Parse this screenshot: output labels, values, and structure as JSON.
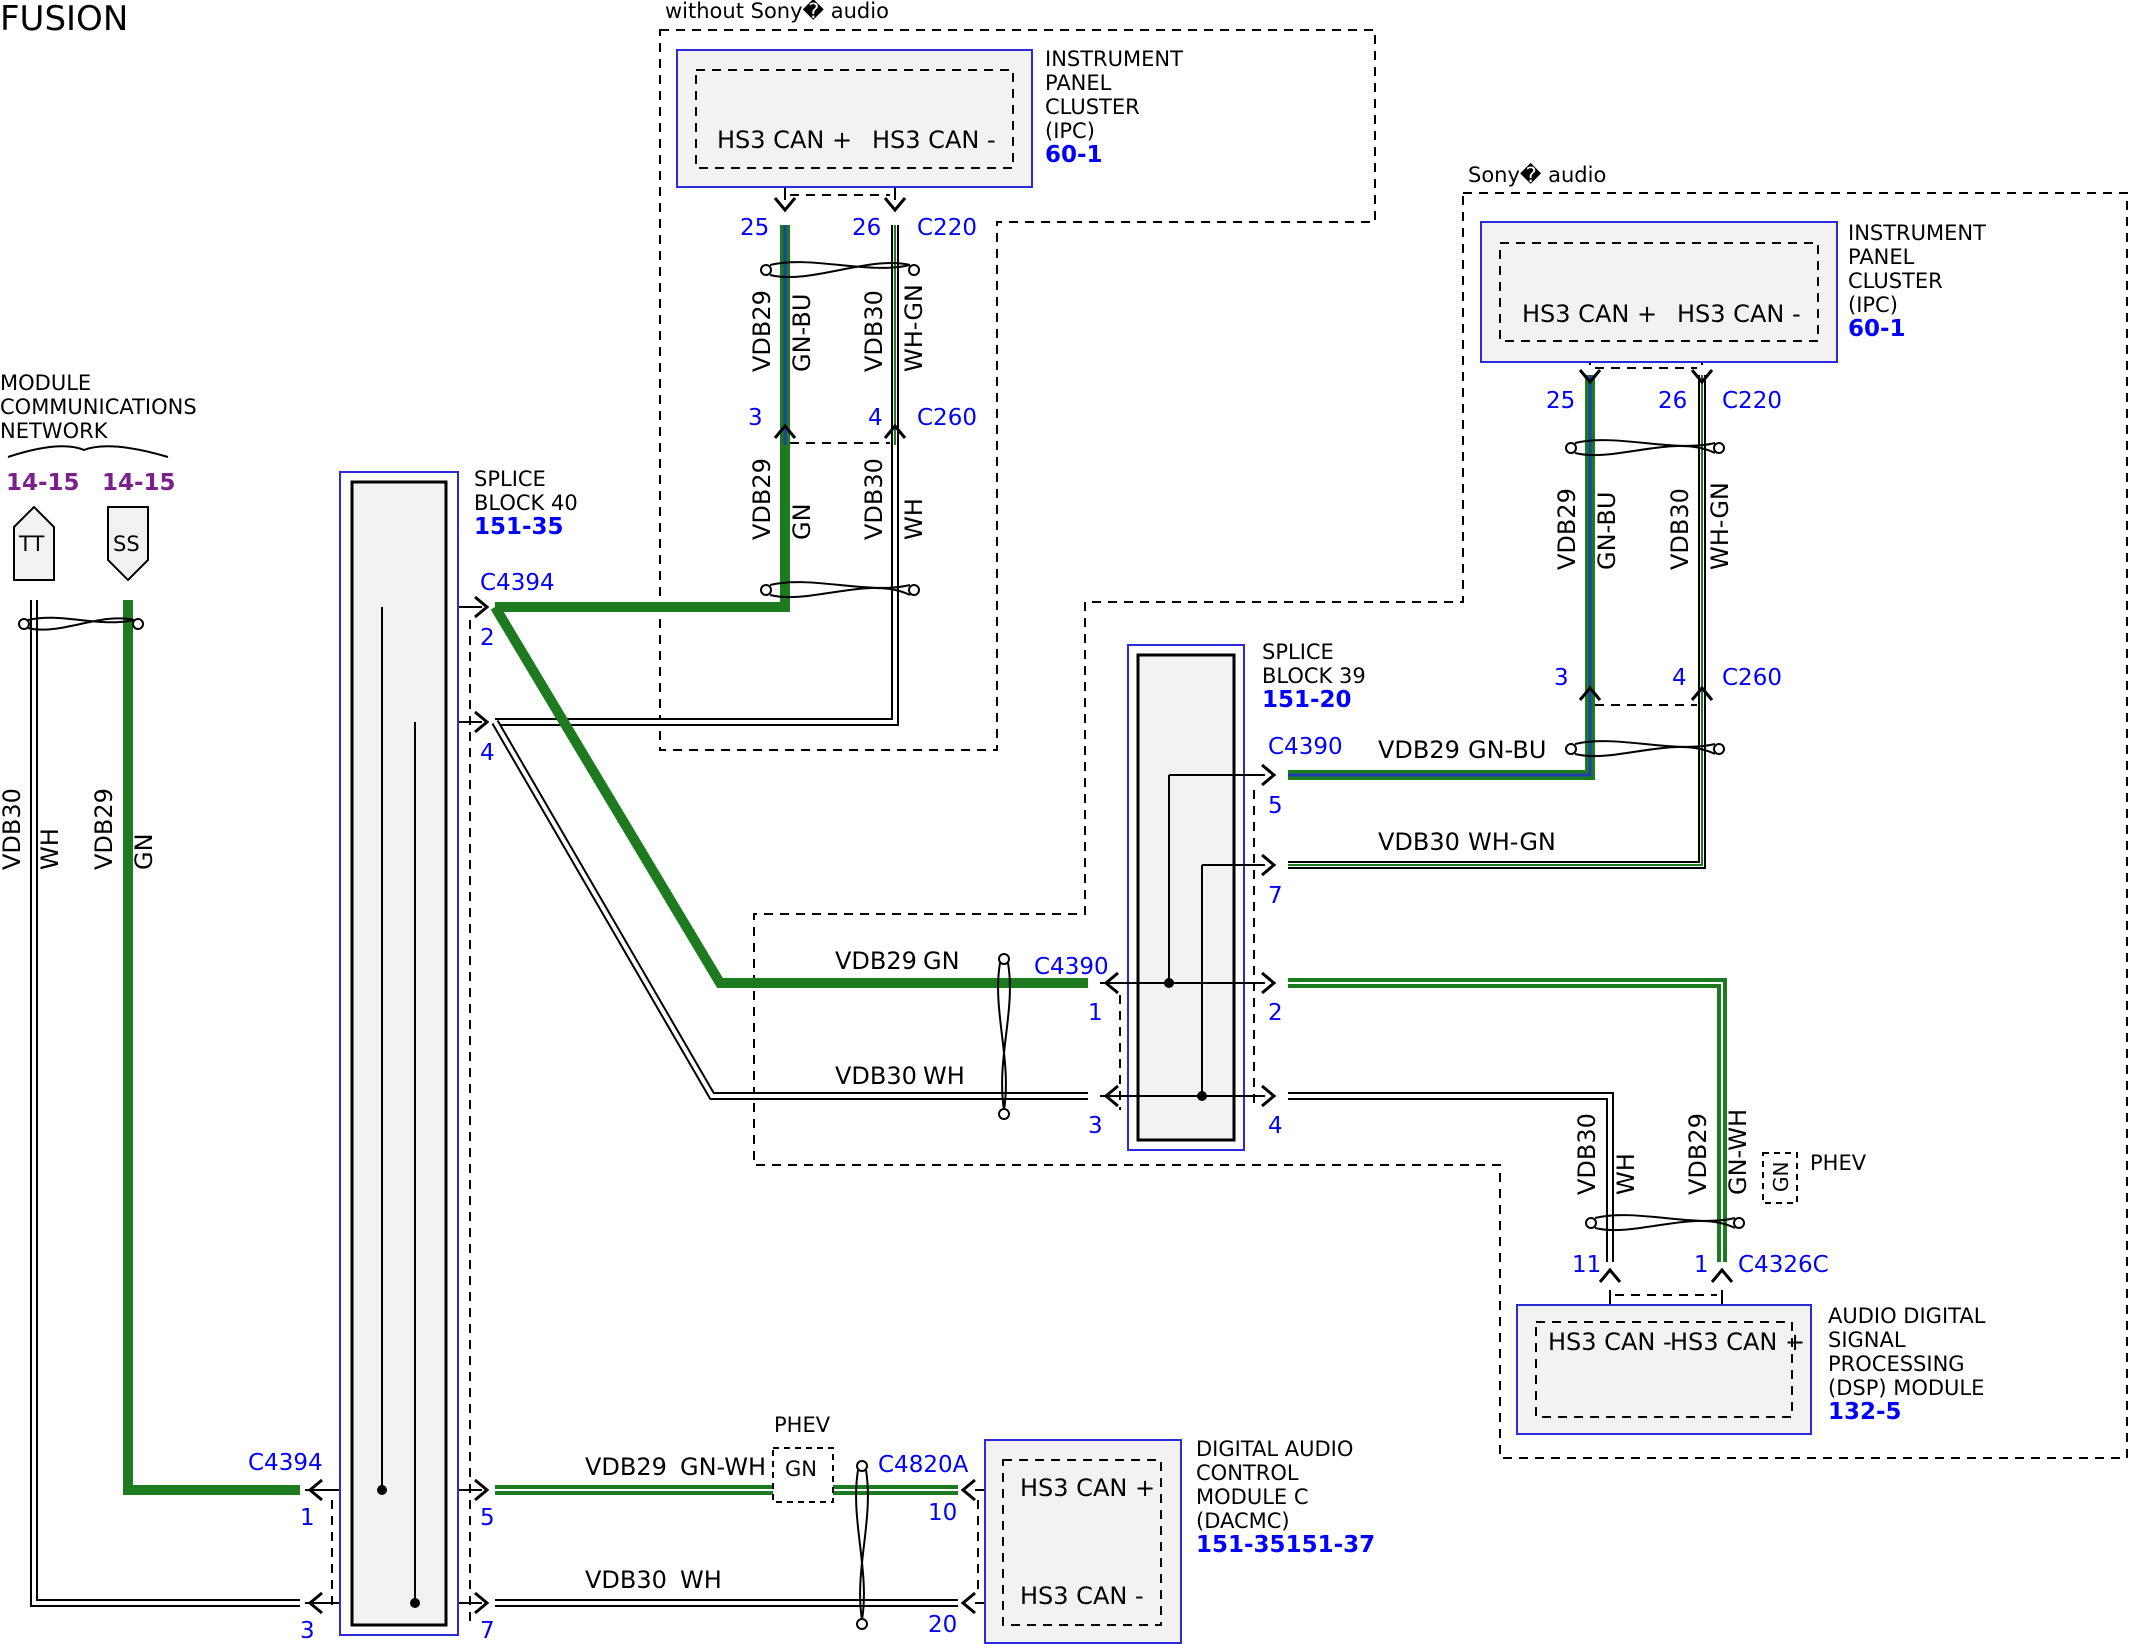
{
  "title": "FUSION",
  "variants": {
    "without_sony": "without Sony� audio",
    "sony": "Sony� audio",
    "phev": "PHEV"
  },
  "network": {
    "label_lines": [
      "MODULE",
      "COMMUNICATIONS",
      "NETWORK"
    ],
    "ref_tt": "14-15",
    "ref_ss": "14-15",
    "tt": "TT",
    "ss": "SS"
  },
  "colors": {
    "green": "#1e7a1e",
    "blue_trace": "#1f3fb0",
    "component_fill": "#f2f2f2",
    "component_border": "#2b2bdc",
    "ref_blue": "#0000ff",
    "ref_purple": "#7a1f8c"
  },
  "components": {
    "ipc_a": {
      "name_lines": [
        "INSTRUMENT",
        "PANEL",
        "CLUSTER",
        "(IPC)"
      ],
      "ref": "60-1",
      "pin_plus": "HS3 CAN +",
      "pin_minus": "HS3 CAN -"
    },
    "ipc_b": {
      "name_lines": [
        "INSTRUMENT",
        "PANEL",
        "CLUSTER",
        "(IPC)"
      ],
      "ref": "60-1",
      "pin_plus": "HS3 CAN +",
      "pin_minus": "HS3 CAN -"
    },
    "splice40": {
      "name_lines": [
        "SPLICE",
        "BLOCK 40"
      ],
      "ref": "151-35"
    },
    "splice39": {
      "name_lines": [
        "SPLICE",
        "BLOCK 39"
      ],
      "ref": "151-20"
    },
    "dsp": {
      "name_lines": [
        "AUDIO DIGITAL",
        "SIGNAL",
        "PROCESSING",
        "(DSP) MODULE"
      ],
      "ref": "132-5",
      "pin_minus": "HS3 CAN -",
      "pin_plus": "HS3 CAN +"
    },
    "dacmc": {
      "name_lines": [
        "DIGITAL AUDIO",
        "CONTROL",
        "MODULE C",
        "(DACMC)"
      ],
      "ref": "151-35151-37",
      "pin_plus": "HS3 CAN +",
      "pin_minus": "HS3 CAN -"
    }
  },
  "connectors": {
    "c220": "C220",
    "c260": "C260",
    "c4394": "C4394",
    "c4390": "C4390",
    "c4326c": "C4326C",
    "c4820a": "C4820A"
  },
  "pins": {
    "p25": "25",
    "p26": "26",
    "p3": "3",
    "p4": "4",
    "p2": "2",
    "p1": "1",
    "p5": "5",
    "p7": "7",
    "p11": "11",
    "p10": "10",
    "p20": "20"
  },
  "wires": {
    "vdb29": "VDB29",
    "vdb30": "VDB30",
    "gn": "GN",
    "wh": "WH",
    "gn_bu": "GN-BU",
    "wh_gn": "WH-GN",
    "gn_wh": "GN-WH"
  }
}
